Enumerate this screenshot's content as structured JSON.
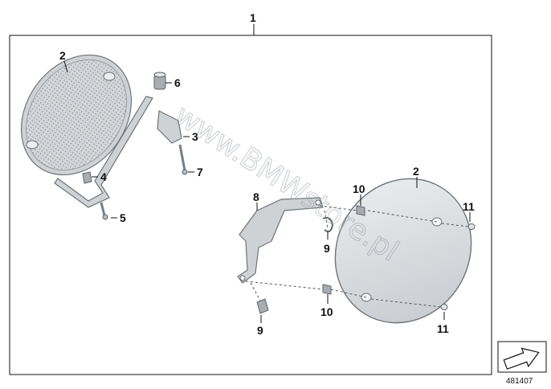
{
  "diagram": {
    "callouts": {
      "c1": "1",
      "c2a": "2",
      "c2b": "2",
      "c3": "3",
      "c4": "4",
      "c5": "5",
      "c6": "6",
      "c7": "7",
      "c8": "8",
      "c9a": "9",
      "c9b": "9",
      "c10a": "10",
      "c10b": "10",
      "c11a": "11",
      "c11b": "11"
    },
    "watermark": "www.BMWstore.pl",
    "reference_number": "481407",
    "icon": "arrow-corner-icon",
    "colors": {
      "line": "#111111",
      "part_fill": "#cfd2d5",
      "part_stroke": "#6f747a"
    }
  }
}
